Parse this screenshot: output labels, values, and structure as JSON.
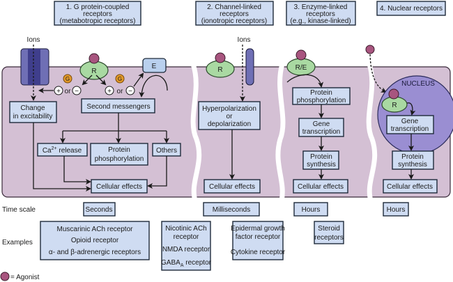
{
  "headers": [
    [
      "1. G protein-coupled",
      "receptors",
      "(metabotropic receptors)"
    ],
    [
      "2. Channel-linked",
      "receptors",
      "(ionotropic receptors)"
    ],
    [
      "3. Enzyme-linked",
      "receptors",
      "(e.g., kinase-linked)"
    ],
    [
      "4. Nuclear receptors"
    ]
  ],
  "panel1": {
    "ions": "Ions",
    "receptor": "R",
    "g_protein": "G",
    "or": "or",
    "plus": "+",
    "minus": "−",
    "enzyme": "E",
    "change": [
      "Change",
      "in excitability"
    ],
    "second_messengers": "Second messengers",
    "ca_release": "Ca",
    "ca_sup": "2+",
    "ca_rest": " release",
    "protein_phos": [
      "Protein",
      "phosphorylation"
    ],
    "others": "Others",
    "cellular_effects": "Cellular effects"
  },
  "panel2": {
    "ions": "Ions",
    "receptor": "R",
    "hyper": [
      "Hyperpolarization",
      "or",
      "depolarization"
    ],
    "cellular_effects": "Cellular effects"
  },
  "panel3": {
    "receptor": "R/E",
    "protein_phos": [
      "Protein",
      "phosphorylation"
    ],
    "gene": [
      "Gene",
      "transcription"
    ],
    "synthesis": [
      "Protein",
      "synthesis"
    ],
    "cellular_effects": "Cellular effects"
  },
  "panel4": {
    "nucleus": "NUCLEUS",
    "receptor": "R",
    "gene": [
      "Gene",
      "transcription"
    ],
    "synthesis": [
      "Protein",
      "synthesis"
    ],
    "cellular_effects": "Cellular effects"
  },
  "time_scale": {
    "label": "Time scale",
    "values": [
      "Seconds",
      "Milliseconds",
      "Hours",
      "Hours"
    ]
  },
  "examples": {
    "label": "Examples",
    "col1": [
      "Muscarinic ACh receptor",
      "Opioid receptor",
      "α- and β-adrenergic receptors"
    ],
    "col2": [
      "Nicotinic ACh",
      "receptor",
      "NMDA receptor",
      "GABA",
      "A",
      " receptor"
    ],
    "col3": [
      "Epidermal growth",
      "factor receptor",
      "Cytokine receptor"
    ],
    "col4": [
      "Steroid",
      "receptors"
    ]
  },
  "legend": {
    "label": "= Agonist"
  },
  "colors": {
    "membrane": "#d4c0d4",
    "box": "#cfdcf2",
    "receptor": "#a9d9a2",
    "agonist": "#a8557f",
    "nucleus": "#9a8ed2",
    "channel": "#4b4a9a",
    "g_protein": "#e39a2a"
  }
}
